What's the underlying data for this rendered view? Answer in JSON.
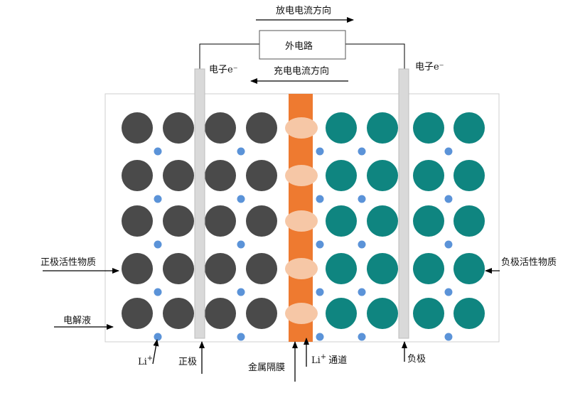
{
  "labels": {
    "discharge_current_direction": "放电电流方向",
    "external_circuit": "外电路",
    "charge_current_direction": "充电电流方向",
    "electron_left": "电子e⁻",
    "electron_right": "电子e⁻",
    "cathode_active_material": "正极活性物质",
    "electrolyte": "电解液",
    "lithium_ion": "Li",
    "ion_superscript": "+",
    "cathode": "正极",
    "metal_separator": "金属隔膜",
    "li_channel_ion": "Li",
    "li_channel_superscript": "+",
    "li_channel_text": "通道",
    "anode": "负极",
    "anode_active_material": "负极活性物质"
  },
  "particle_grid": {
    "rows": 5,
    "cathode_particles_per_row": 4,
    "anode_particles_per_row": 4
  },
  "colors": {
    "cathode_particle": "#4a4a4a",
    "anode_particle": "#0f8580",
    "lithium_ion": "#5b93d8",
    "separator": "#ee7a30",
    "channel_pore": "#f6c7a6",
    "current_collector": "#d9d9d9",
    "cell_border": "#cfcfcf"
  }
}
